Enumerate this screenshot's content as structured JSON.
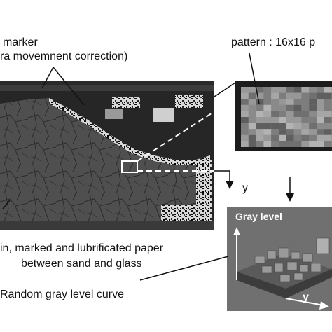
{
  "labels": {
    "marker_line1": "marker",
    "marker_line2": "ra movemnent correction)",
    "pattern": "pattern  : 16x16 p",
    "paper_line1": "in, marked and lubrificated paper",
    "paper_line2": "between sand and glass",
    "random_curve": "Random gray level curve",
    "axis_y_left": "y",
    "axis_y_right": "y",
    "gray_level": "Gray level"
  },
  "colors": {
    "background": "#ffffff",
    "photo_dark": "#2b2b2b",
    "sand": "#5a5a5a",
    "pattern_frame": "#1c1c1c"
  }
}
